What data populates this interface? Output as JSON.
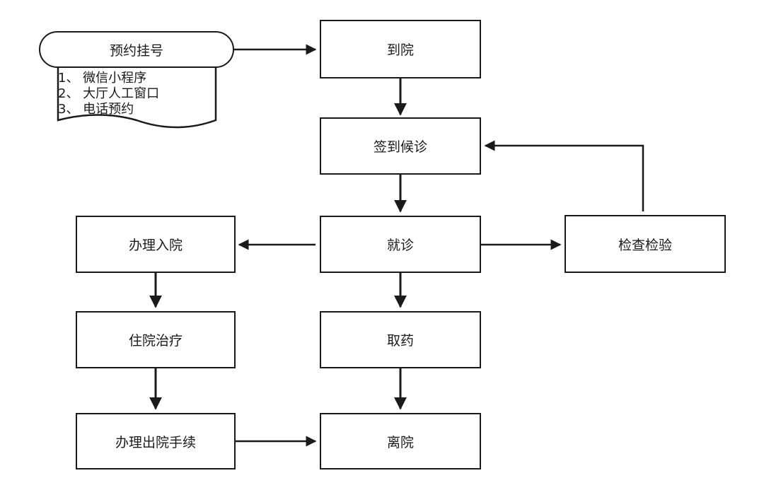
{
  "nodes": {
    "booking": "预约挂号",
    "booking_methods": [
      "1、 微信小程序",
      "2、 大厅人工窗口",
      "3、 电话预约"
    ],
    "arrive": "到院",
    "checkin_wait": "签到候诊",
    "consult": "就诊",
    "exam": "检查检验",
    "admission": "办理入院",
    "inpatient": "住院治疗",
    "pharmacy": "取药",
    "discharge_proc": "办理出院手续",
    "leave": "离院"
  },
  "colors": {
    "stroke": "#1a1a1a",
    "fill": "#ffffff"
  }
}
